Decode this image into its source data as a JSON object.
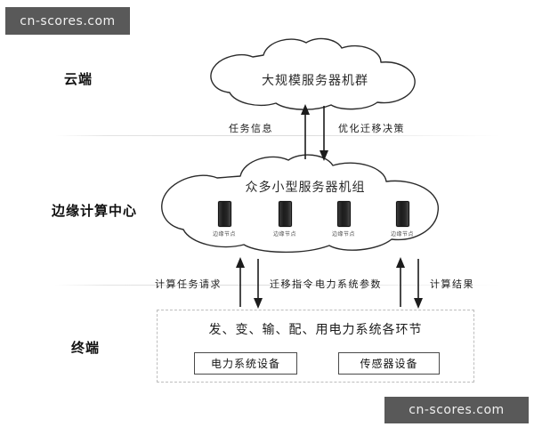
{
  "watermarks": {
    "top": "cn-scores.com",
    "bottom": "cn-scores.com"
  },
  "tiers": [
    {
      "id": "cloud",
      "label": "云端"
    },
    {
      "id": "edge",
      "label": "边缘计算中心"
    },
    {
      "id": "terminal",
      "label": "终端"
    }
  ],
  "cloud_top": {
    "title": "大规模服务器机群"
  },
  "cloud_mid": {
    "title": "众多小型服务器机组",
    "nodes": [
      {
        "label": "边缘节点"
      },
      {
        "label": "边缘节点"
      },
      {
        "label": "边缘节点"
      },
      {
        "label": "边缘节点"
      }
    ]
  },
  "flows_upper": [
    {
      "label": "任务信息",
      "direction": "up"
    },
    {
      "label": "优化迁移决策",
      "direction": "down"
    }
  ],
  "flows_lower": [
    {
      "label": "计算任务请求",
      "direction": "up"
    },
    {
      "label": "迁移指令",
      "direction": "down"
    },
    {
      "label": "电力系统参数",
      "direction": "up"
    },
    {
      "label": "计算结果",
      "direction": "down"
    }
  ],
  "terminal": {
    "heading": "发、变、输、配、用电力系统各环节",
    "devices": [
      {
        "label": "电力系统设备"
      },
      {
        "label": "传感器设备"
      }
    ]
  },
  "colors": {
    "watermark_bg": "#595959",
    "watermark_text": "#f0f0f0",
    "stroke": "#2b2b2b",
    "node_dark": "#1c1c1c",
    "dashed_border": "#bdbdbd",
    "divider": "#dcdcdc",
    "background": "#ffffff"
  }
}
